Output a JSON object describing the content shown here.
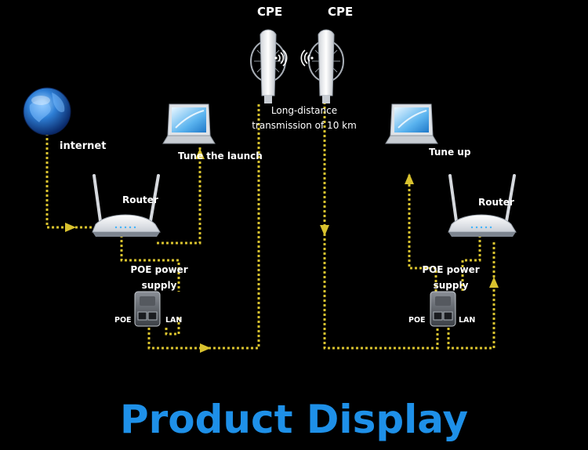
{
  "labels": {
    "cpe_left": "CPE",
    "cpe_right": "CPE",
    "transmission": "Long-distance\ntransmission of 10 km",
    "internet": "internet",
    "tune_launch": "Tune the launch",
    "tune_up": "Tune up",
    "router_left": "Router",
    "router_right": "Router",
    "poe_supply_left": "POE power\nsupply",
    "poe_supply_right": "POE power\nsupply",
    "poe_port_left": "POE",
    "lan_port_left": "LAN",
    "poe_port_right": "POE",
    "lan_port_right": "LAN"
  },
  "title": "Product Display",
  "colors": {
    "background": "#000000",
    "cable": "#d9c22e",
    "title": "#1e90e8",
    "text": "#ffffff"
  },
  "icons": {
    "globe": "globe-icon",
    "laptop": "laptop-icon",
    "router": "router-icon",
    "cpe": "cpe-antenna-icon",
    "poe": "poe-injector-icon",
    "wireless": "wifi-signal-icon"
  }
}
